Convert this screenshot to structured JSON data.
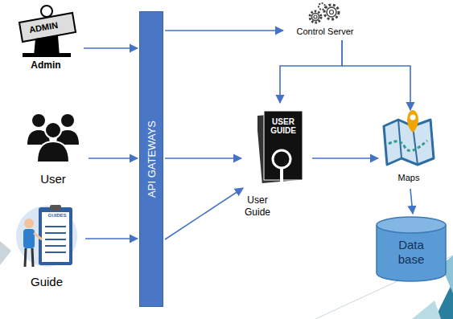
{
  "diagram": {
    "nodes": [
      {
        "text": [
          "ADMIN",
          "Admin"
        ]
      },
      {
        "text": [
          "User"
        ]
      },
      {
        "text": [
          "GUIDES",
          "Guide"
        ]
      },
      {
        "text": [
          "API GATEWAYS"
        ]
      },
      {
        "text": [
          "Control Server"
        ]
      },
      {
        "text": [
          "USER GUIDE",
          "User Guide"
        ]
      },
      {
        "text": [
          "Maps"
        ]
      },
      {
        "text": [
          "Data base"
        ]
      }
    ],
    "edges": [
      {
        "from": 0,
        "to": 3,
        "arrow": "to"
      },
      {
        "from": 1,
        "to": 3,
        "arrow": "to"
      },
      {
        "from": 2,
        "to": 3,
        "arrow": "to"
      },
      {
        "from": 3,
        "to": 4,
        "arrow": "to"
      },
      {
        "from": 3,
        "to": 5,
        "arrow": "to"
      },
      {
        "from": 3,
        "to": 5,
        "arrow": "to"
      },
      {
        "from": 4,
        "to": 5,
        "arrow": "to"
      },
      {
        "from": 4,
        "to": 6,
        "arrow": "to"
      },
      {
        "from": 5,
        "to": 6,
        "arrow": "to"
      },
      {
        "from": 6,
        "to": 7,
        "arrow": "to"
      }
    ]
  }
}
